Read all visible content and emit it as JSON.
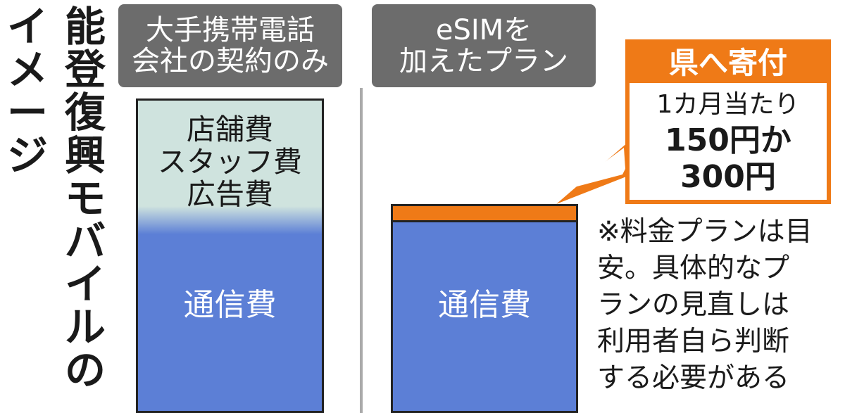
{
  "title": {
    "col1": "能登復興モバイルの",
    "col2": "イメージ"
  },
  "left_panel": {
    "header": "大手携帯電話\n会社の契約のみ",
    "cost_segment": "店舗費\nスタッフ費\n広告費",
    "comm_segment": "通信費"
  },
  "right_panel": {
    "header": "eSIMを\n加えたプラン",
    "comm_segment": "通信費"
  },
  "callout": {
    "heading": "県へ寄付",
    "line1": "1カ月当たり",
    "line2": "150円か",
    "line3": "300円"
  },
  "note": "※料金プランは目\n安。具体的なプ\nランの見直しは\n利用者自ら判断\nする必要がある",
  "colors": {
    "header_bg": "#6c6c6c",
    "cost_segment": "#cfe3de",
    "comm_segment": "#5c7fd6",
    "donation": "#ef7a17"
  }
}
